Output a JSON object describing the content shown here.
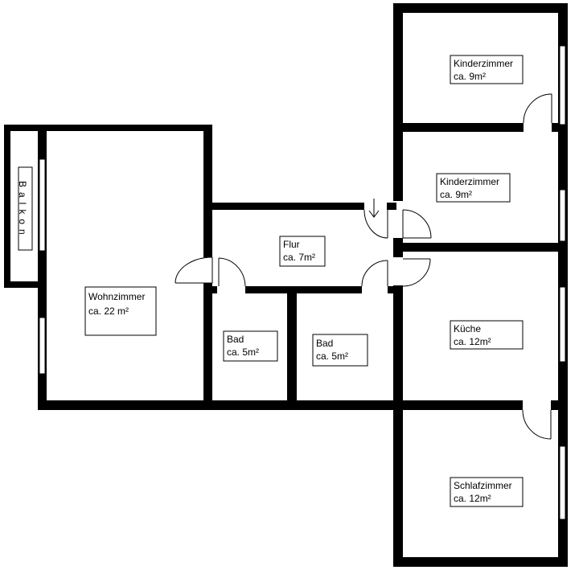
{
  "colors": {
    "background": "#ffffff",
    "wall": "#000000",
    "label_border": "#000000"
  },
  "rooms": {
    "balkon": {
      "label": "Balkon"
    },
    "wohnzimmer": {
      "name": "Wohnzimmer",
      "area": "ca. 22 m²"
    },
    "flur": {
      "name": "Flur",
      "area": "ca. 7m²"
    },
    "bad1": {
      "name": "Bad",
      "area": "ca. 5m²"
    },
    "bad2": {
      "name": "Bad",
      "area": "ca. 5m²"
    },
    "kinderzimmer1": {
      "name": "Kinderzimmer",
      "area": "ca. 9m²"
    },
    "kinderzimmer2": {
      "name": "Kinderzimmer",
      "area": "ca. 9m²"
    },
    "kueche": {
      "name": "Küche",
      "area": "ca. 12m²"
    },
    "schlafzimmer": {
      "name": "Schlafzimmer",
      "area": "ca. 12m²"
    }
  },
  "entrance_icon": "down-arrow-icon"
}
